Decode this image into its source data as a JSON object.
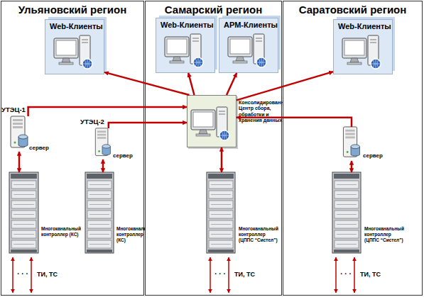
{
  "diagram": {
    "nodes": [
      {
        "text": [
          "Ульяновский регион"
        ]
      },
      {
        "text": [
          "Web-Клиенты"
        ],
        "in": 0
      },
      {
        "text": [
          "УТЭЦ-1",
          "сервер"
        ],
        "in": 0
      },
      {
        "text": [
          "УТЭЦ-2",
          "сервер"
        ],
        "in": 0
      },
      {
        "text": [
          "Многоканальный контроллер (КС)"
        ],
        "in": 0
      },
      {
        "text": [
          "Многоканальный контроллер (КС)"
        ],
        "in": 0
      },
      {
        "text": [
          "Самарский регион"
        ]
      },
      {
        "text": [
          "Web-Клиенты"
        ],
        "in": 6
      },
      {
        "text": [
          "АРМ-Клиенты"
        ],
        "in": 6
      },
      {
        "text": [
          "Консолидированный Центр сбора, обработки и хранения данных"
        ],
        "in": 6
      },
      {
        "text": [
          "Многоканальный контроллер (ЦППС “Систел”)"
        ],
        "in": 6
      },
      {
        "text": [
          "Саратовский регион"
        ]
      },
      {
        "text": [
          "Web-Клиенты"
        ],
        "in": 11
      },
      {
        "text": [
          "сервер"
        ],
        "in": 11
      },
      {
        "text": [
          "Многоканальный контроллер (ЦППС “Систел”)"
        ],
        "in": 11
      }
    ],
    "edges": [
      {
        "from": 9,
        "to": 1,
        "arrow": "to"
      },
      {
        "from": 9,
        "to": 7,
        "arrow": "to"
      },
      {
        "from": 9,
        "to": 8,
        "arrow": "to"
      },
      {
        "from": 9,
        "to": 12,
        "arrow": "to"
      },
      {
        "from": 2,
        "to": 9,
        "arrow": "to"
      },
      {
        "from": 3,
        "to": 9,
        "arrow": "to"
      },
      {
        "from": 13,
        "to": 9,
        "arrow": "to"
      },
      {
        "from": 2,
        "to": 4,
        "arrow": "both"
      },
      {
        "from": 3,
        "to": 5,
        "arrow": "both"
      },
      {
        "from": 9,
        "to": 10,
        "arrow": "both"
      },
      {
        "from": 13,
        "to": 14,
        "arrow": "both"
      }
    ],
    "labels": [
      "· · ·",
      "ТИ, ТС",
      "· · ·",
      "ТИ, ТС",
      "· · ·",
      "ТИ, ТС"
    ]
  }
}
